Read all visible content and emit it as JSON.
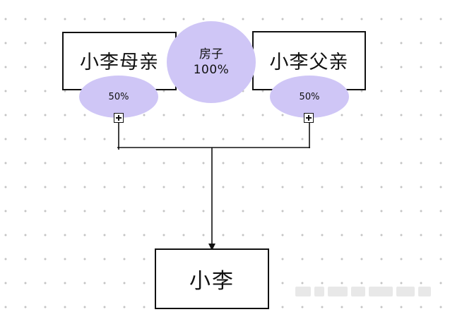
{
  "nodes": {
    "mother": "小李母亲",
    "father": "小李父亲",
    "child": "小李"
  },
  "house": {
    "label": "房子",
    "percent": "100%"
  },
  "shares": {
    "mother": "50%",
    "father": "50%"
  },
  "colors": {
    "ellipse_fill": "#cfc6f6",
    "line": "#111111"
  }
}
